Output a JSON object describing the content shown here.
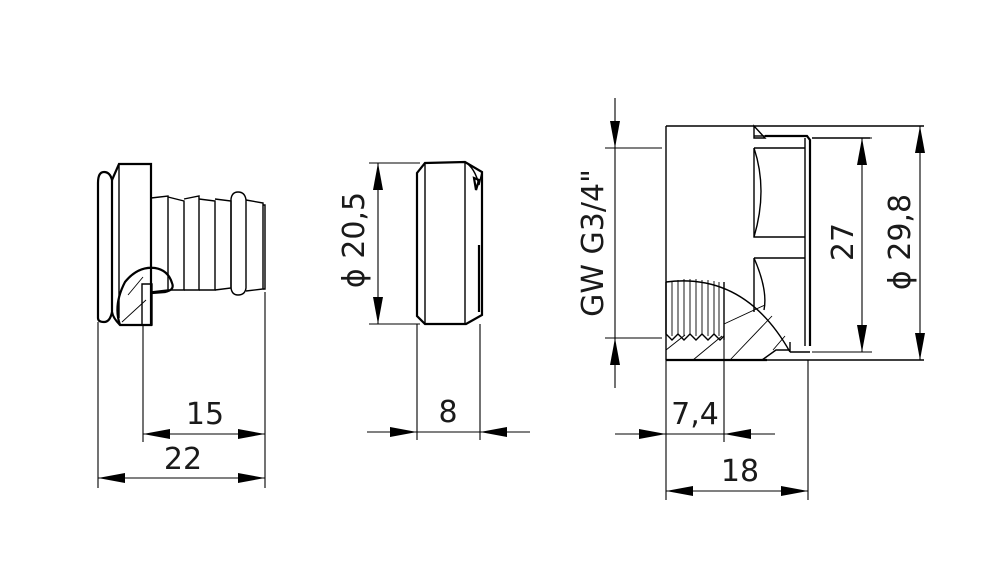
{
  "drawing": {
    "type": "technical-dimension-drawing",
    "line_color": "#000000",
    "background": "#ffffff"
  },
  "views": [
    {
      "name": "hose-barb-plug",
      "dimensions": {
        "inner_length": "15",
        "total_length": "22"
      }
    },
    {
      "name": "cap",
      "dimensions": {
        "diameter": "ϕ 20,5",
        "width": "8"
      }
    },
    {
      "name": "threaded-nut-section",
      "dimensions": {
        "thread": "GW G3/4\"",
        "thread_depth": "7,4",
        "total_length": "18",
        "across_flats": "27",
        "outer_diameter": "ϕ 29,8"
      }
    }
  ]
}
